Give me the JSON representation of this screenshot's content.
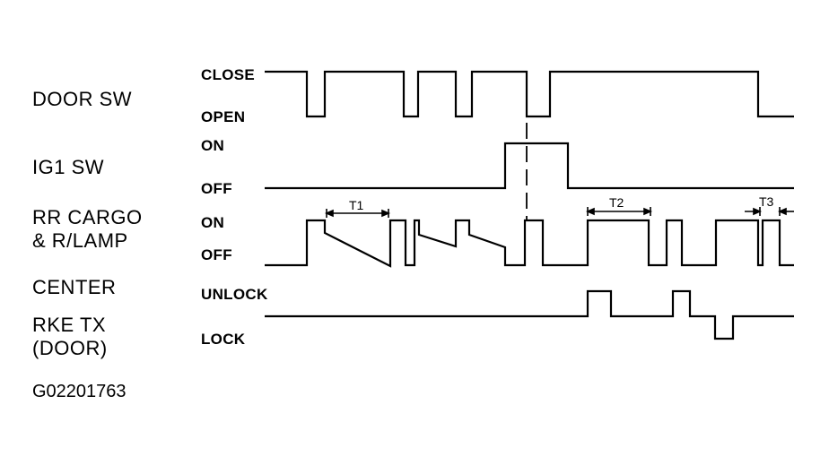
{
  "signals": [
    {
      "name": "DOOR SW",
      "high_label": "CLOSE",
      "low_label": "OPEN"
    },
    {
      "name": "IG1 SW",
      "high_label": "ON",
      "low_label": "OFF"
    },
    {
      "name_line1": "RR CARGO",
      "name_line2": "& R/LAMP",
      "high_label": "ON",
      "low_label": "OFF"
    },
    {
      "name": "CENTER"
    },
    {
      "name_line1": "RKE TX",
      "name_line2": "(DOOR)",
      "high_label": "UNLOCK",
      "low_label": "LOCK"
    }
  ],
  "timers": [
    "T1",
    "T2",
    "T3"
  ],
  "figure_id": "G02201763",
  "colors": {
    "line": "#000000",
    "background": "#ffffff"
  }
}
